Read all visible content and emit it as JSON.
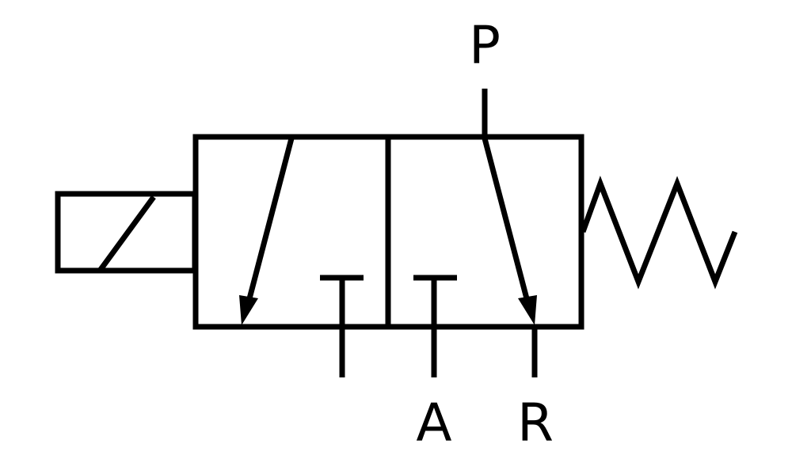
{
  "diagram": {
    "labels": {
      "pressure_port": "P",
      "work_port": "A",
      "exhaust_port": "R"
    },
    "symbol_color": "#000000",
    "background_color": "#ffffff"
  }
}
